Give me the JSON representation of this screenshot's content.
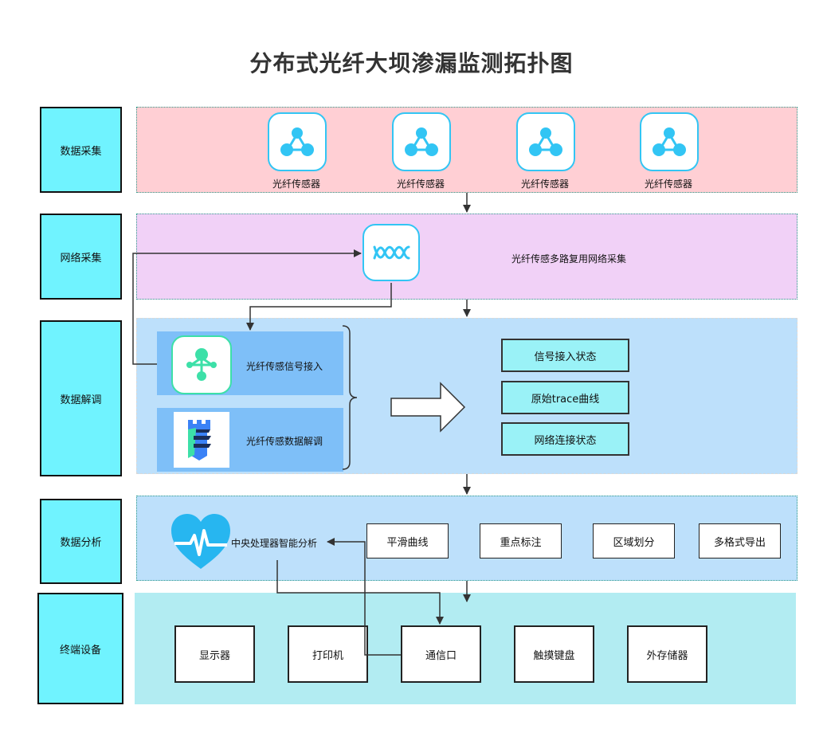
{
  "title": "分布式光纤大坝渗漏监测拓扑图",
  "layers": {
    "collect": "数据采集",
    "network": "网络采集",
    "demod": "数据解调",
    "analysis": "数据分析",
    "terminal": "终端设备"
  },
  "sensors": [
    "光纤传感器",
    "光纤传感器",
    "光纤传感器",
    "光纤传感器"
  ],
  "network_label": "光纤传感多路复用网络采集",
  "demod_items": [
    "光纤传感信号接入",
    "光纤传感数据解调"
  ],
  "states": [
    "信号接入状态",
    "原始trace曲线",
    "网络连接状态"
  ],
  "cpu_label": "中央处理器智能分析",
  "analysis_funcs": [
    "平滑曲线",
    "重点标注",
    "区域划分",
    "多格式导出"
  ],
  "terminals": [
    "显示器",
    "打印机",
    "通信口",
    "触摸键盘",
    "外存储器"
  ],
  "colors": {
    "sidebar": "#70f3ff",
    "collect_bg": "#ffcfd4",
    "network_bg": "#f1d1f7",
    "demod_bg": "#bde0fb",
    "analysis_bg": "#bde0fb",
    "terminal_bg": "#b2ecf2",
    "icon_blue": "#32c5f4",
    "icon_green": "#3de0a8"
  }
}
